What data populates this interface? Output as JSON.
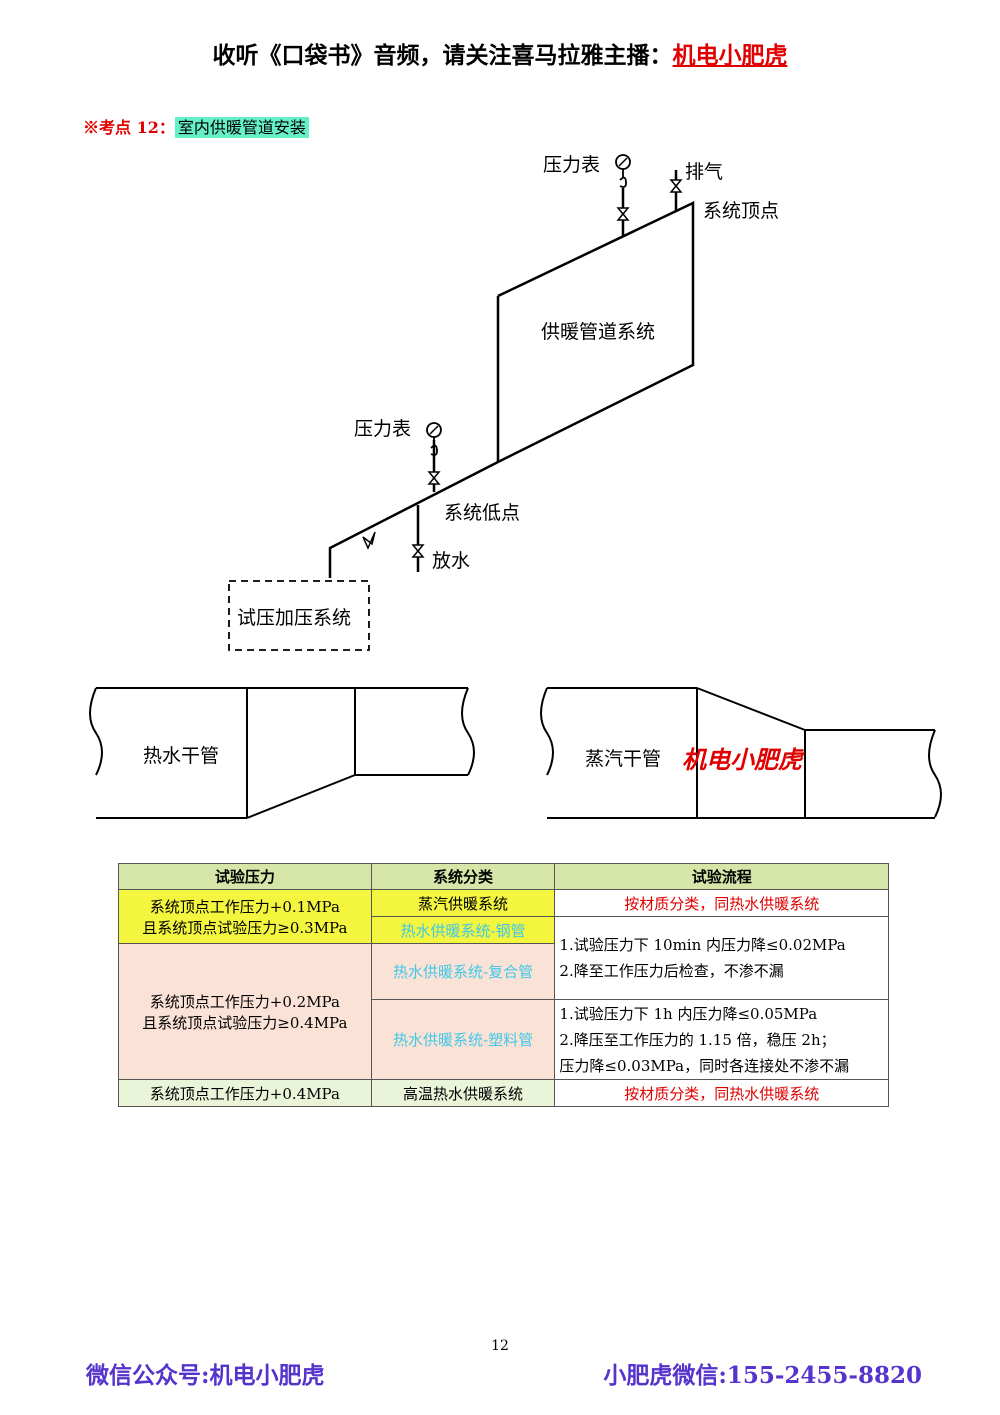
{
  "header": {
    "text": "收听《口袋书》音频，请关注喜马拉雅主播：",
    "brand": "机电小肥虎"
  },
  "section": {
    "tag": "※考点 12：",
    "topic": "室内供暖管道安装"
  },
  "diagram": {
    "gauge_top": "压力表",
    "vent": "排气",
    "top_point": "系统顶点",
    "system": "供暖管道系统",
    "gauge_low": "压力表",
    "low_point": "系统低点",
    "drain": "放水",
    "pressurize": "试压加压系统",
    "hot_water_main": "热水干管",
    "steam_main": "蒸汽干管",
    "watermark": "机电小肥虎"
  },
  "table": {
    "headers": [
      "试验压力",
      "系统分类",
      "试验流程"
    ],
    "row1": {
      "pressure": [
        "系统顶点工作压力+0.1MPa",
        "且系统顶点试验压力≥0.3MPa"
      ],
      "type_steam": "蒸汽供暖系统",
      "flow_steam": "按材质分类，同热水供暖系统",
      "type_steel": "热水供暖系统-钢管"
    },
    "row2": {
      "pressure": [
        "系统顶点工作压力+0.2MPa",
        "且系统顶点试验压力≥0.4MPa"
      ],
      "type_composite": "热水供暖系统-复合管",
      "flow_metal": [
        "1.试验压力下 10min 内压力降≤0.02MPa",
        "2.降至工作压力后检查，不渗不漏"
      ],
      "type_plastic": "热水供暖系统-塑料管",
      "flow_plastic": [
        "1.试验压力下 1h 内压力降≤0.05MPa",
        "2.降压至工作压力的 1.15 倍，稳压 2h；",
        "压力降≤0.03MPa，同时各连接处不渗不漏"
      ]
    },
    "row3": {
      "pressure": "系统顶点工作压力+0.4MPa",
      "type": "高温热水供暖系统",
      "flow": "按材质分类，同热水供暖系统"
    }
  },
  "page_number": "12",
  "footer": {
    "left": "微信公众号:机电小肥虎",
    "right": "小肥虎微信:155-2455-8820"
  }
}
